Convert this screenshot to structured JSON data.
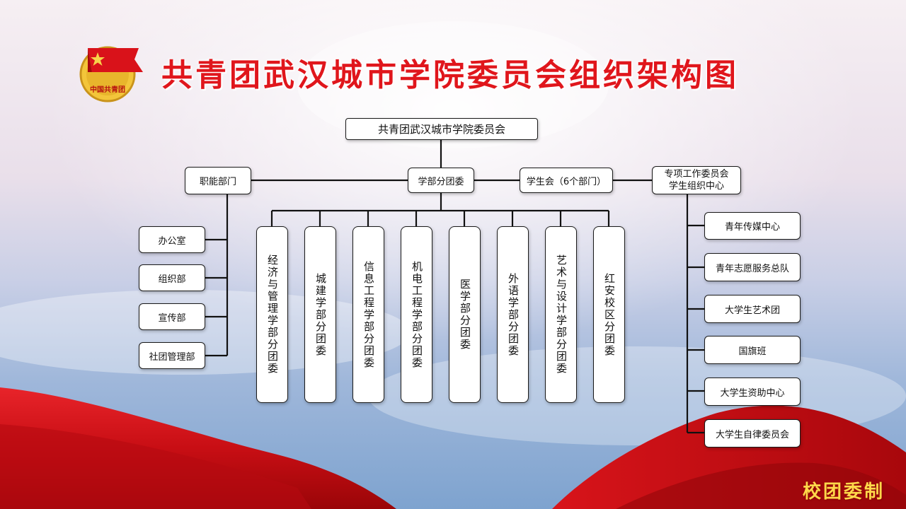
{
  "title": "共青团武汉城市学院委员会组织架构图",
  "emblem": {
    "text": "中国共青团"
  },
  "footer": "校团委制",
  "root": "共青团武汉城市学院委员会",
  "level1": [
    "职能部门",
    "学部分团委",
    "学生会（6个部门）",
    {
      "line1": "专项工作委员会",
      "line2": "学生组织中心"
    }
  ],
  "departments": [
    "办公室",
    "组织部",
    "宣传部",
    "社团管理部"
  ],
  "faculty_committees": [
    "经济与管理学部分团委",
    "城建学部分团委",
    "信息工程学部分团委",
    "机电工程学部分团委",
    "医学部分团委",
    "外语学部分团委",
    "艺术与设计学部分团委",
    "红安校区分团委"
  ],
  "special_units": [
    "青年传媒中心",
    "青年志愿服务总队",
    "大学生艺术团",
    "国旗班",
    "大学生资助中心",
    "大学生自律委员会"
  ],
  "colors": {
    "title": "#e0161c",
    "footer": "#ffd84a",
    "flag_red": "#d9121a",
    "line": "#111111"
  }
}
